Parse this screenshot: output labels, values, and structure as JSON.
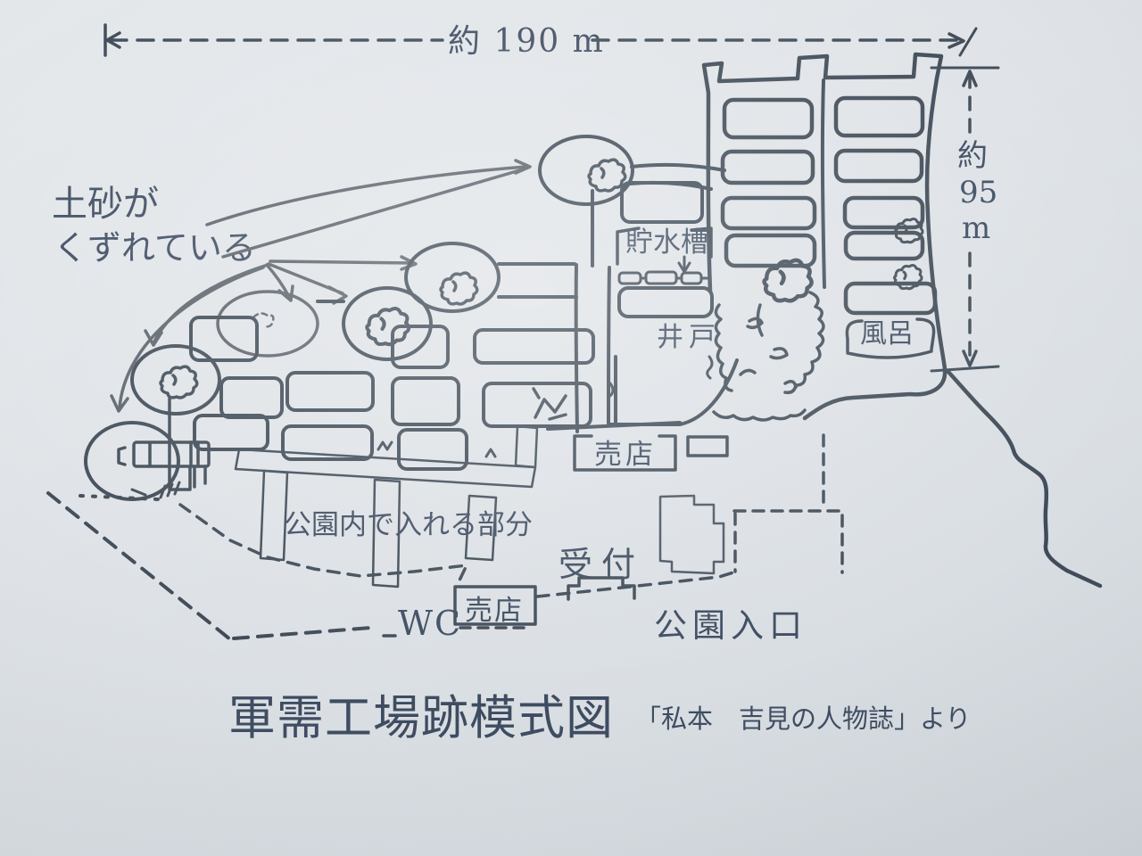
{
  "dims": {
    "width_label": "約 190 m",
    "height_parts": [
      "約",
      "95",
      "m"
    ]
  },
  "annotations": {
    "landslide_line1": "土砂が",
    "landslide_line2": "くずれている",
    "water_tank": "貯水槽",
    "well": "井戸",
    "bath": "風呂",
    "kiosk_upper": "売店",
    "accessible_area": "公園内で入れる部分",
    "reception": "受付",
    "toilet": "WC",
    "kiosk_lower": "売店",
    "park_entrance": "公園入口"
  },
  "caption": {
    "title": "軍需工場跡模式図",
    "source": "「私本　吉見の人物誌」より"
  },
  "colors": {
    "paper": "#dfe3e7",
    "ink": "#3f4b57",
    "text": "#3e4c61"
  }
}
